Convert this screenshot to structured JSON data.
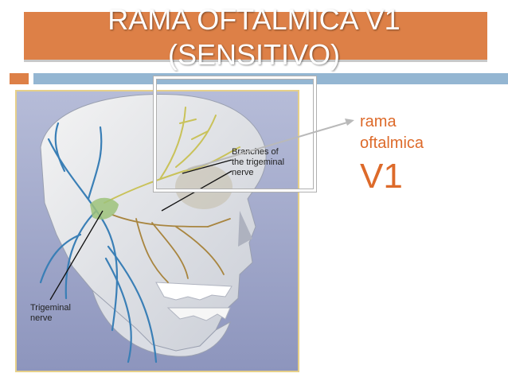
{
  "slide": {
    "title_line1": "RAMA OFTALMICA V1",
    "title_line2": "(SENSITIVO)",
    "label_line1": "rama",
    "label_line2": "oftalmica",
    "label_big": "V1"
  },
  "figure": {
    "branches_line1": "Branches of",
    "branches_line2": "the trigeminal",
    "branches_line3": "nerve",
    "trigeminal_line1": "Trigeminal",
    "trigeminal_line2": "nerve"
  },
  "colors": {
    "accent": "#dd8047",
    "label": "#dd6a2a",
    "rule": "#94b6d2",
    "nerve_blue": "#3a7fb6",
    "nerve_yellow": "#c9c25a",
    "nerve_brown": "#a8853f"
  }
}
